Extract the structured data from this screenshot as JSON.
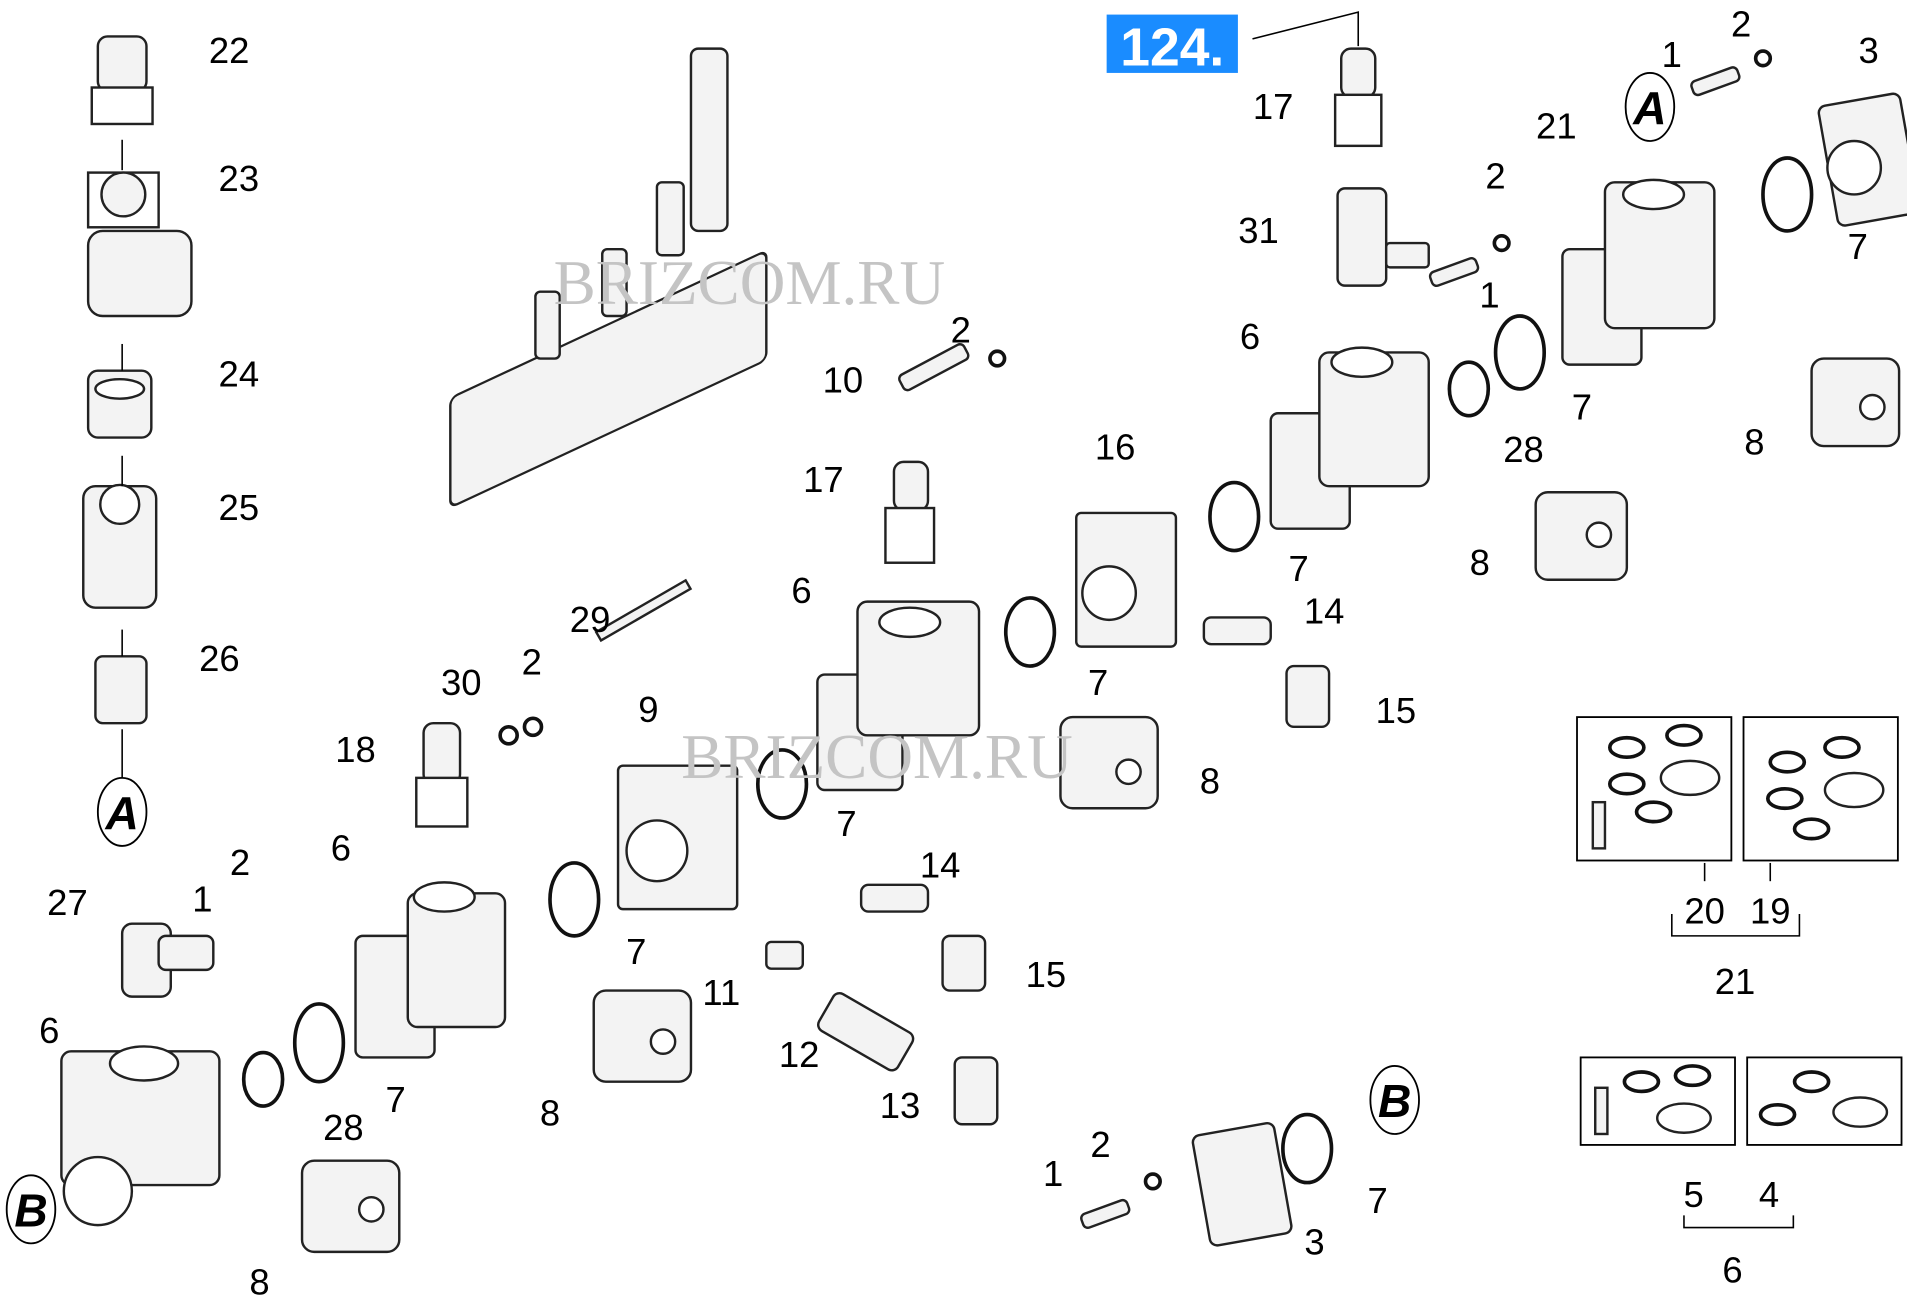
{
  "diagram": {
    "figure_number": "124.",
    "watermark": "BRIZCOM.RU",
    "accent_color": "#1a8cff",
    "callouts": [
      "22",
      "23",
      "24",
      "25",
      "26",
      "A",
      "27",
      "1",
      "2",
      "6",
      "18",
      "30",
      "2",
      "29",
      "9",
      "7",
      "14",
      "15",
      "11",
      "12",
      "13",
      "6",
      "28",
      "7",
      "8",
      "B",
      "8",
      "17",
      "6",
      "7",
      "8",
      "16",
      "7",
      "14",
      "15",
      "2",
      "10",
      "7",
      "8",
      "6",
      "28",
      "7",
      "1",
      "2",
      "31",
      "17",
      "A",
      "21",
      "1",
      "2",
      "3",
      "7",
      "8",
      "20",
      "19",
      "21",
      "5",
      "4",
      "6",
      "1",
      "2",
      "B",
      "7",
      "3"
    ]
  }
}
